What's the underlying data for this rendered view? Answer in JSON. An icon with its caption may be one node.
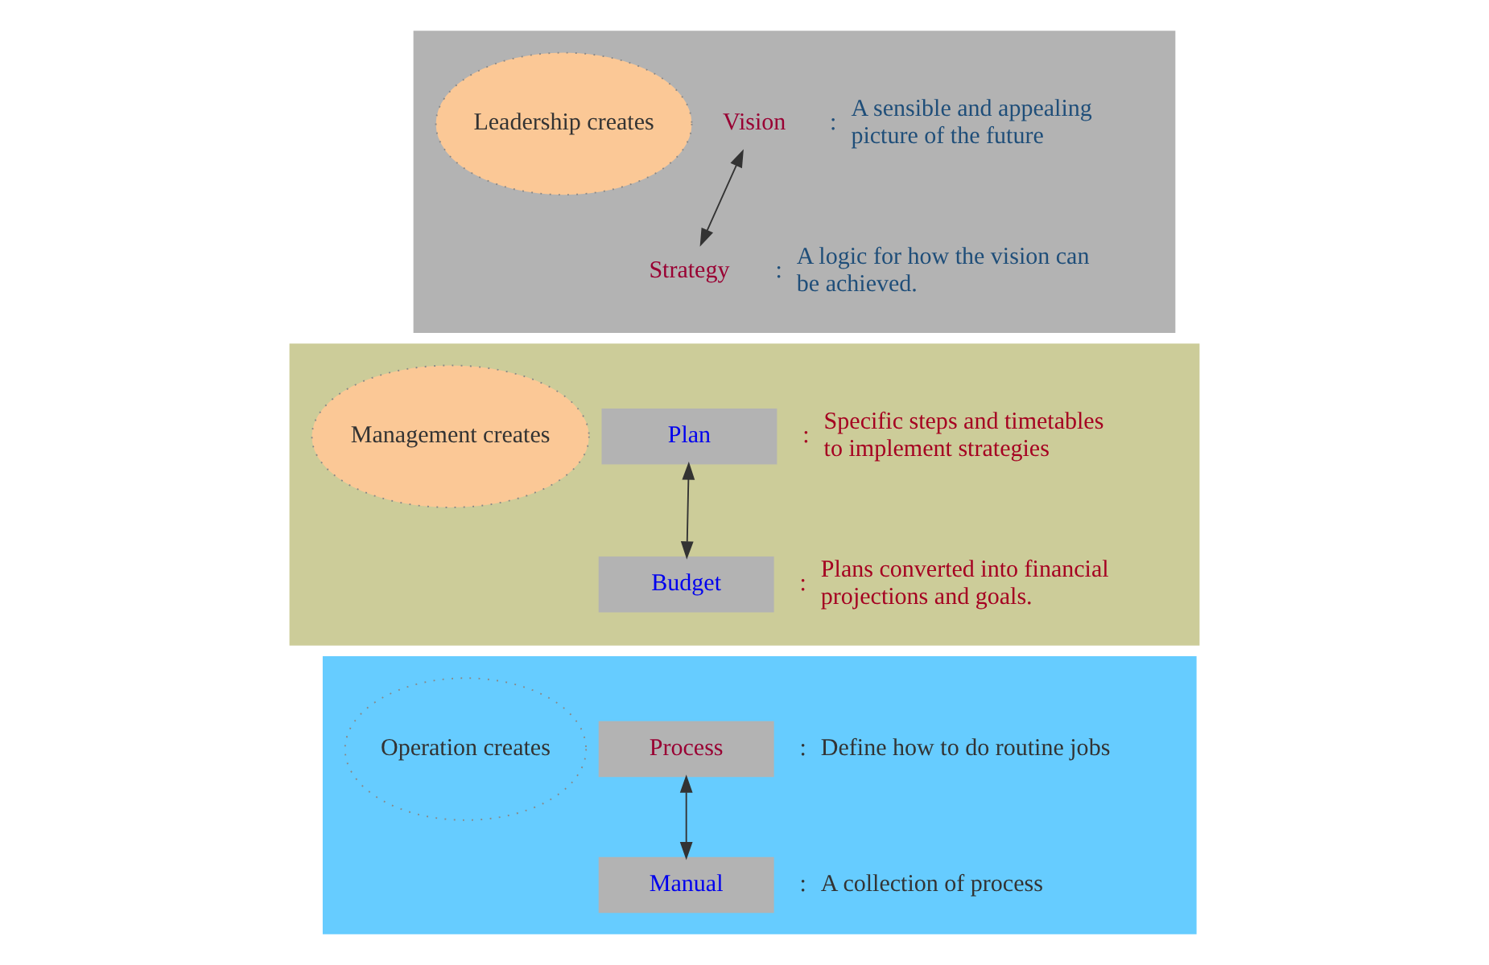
{
  "diagram": {
    "nodes": [
      {
        "text": [],
        "shape": "band"
      },
      {
        "text": [
          "Leadership creates"
        ],
        "in": 0
      },
      {
        "text": [
          "Vision"
        ],
        "in": 0,
        "beside": [
          ":",
          "A sensible and appealing picture of the future"
        ]
      },
      {
        "text": [
          "Strategy"
        ],
        "in": 0,
        "beside": [
          ":",
          "A logic for how the vision can be achieved."
        ]
      },
      {
        "text": [],
        "shape": "band"
      },
      {
        "text": [
          "Management creates"
        ],
        "in": 4
      },
      {
        "text": [
          "Plan"
        ],
        "in": 4,
        "beside": [
          ":",
          "Specific steps and timetables to implement strategies"
        ]
      },
      {
        "text": [
          "Budget"
        ],
        "in": 4,
        "beside": [
          ":",
          "Plans converted into financial projections and goals."
        ]
      },
      {
        "text": [],
        "shape": "band"
      },
      {
        "text": [
          "Operation creates"
        ],
        "in": 8
      },
      {
        "text": [
          "Process"
        ],
        "in": 8,
        "beside": [
          ":",
          "Define how to do routine jobs"
        ]
      },
      {
        "text": [
          "Manual"
        ],
        "in": 8,
        "beside": [
          ":",
          "A collection of process"
        ]
      }
    ],
    "edges": [
      {
        "from": 2,
        "to": 3,
        "arrow": "both"
      },
      {
        "from": 6,
        "to": 7,
        "arrow": "both"
      },
      {
        "from": 10,
        "to": 11,
        "arrow": "both"
      }
    ]
  }
}
